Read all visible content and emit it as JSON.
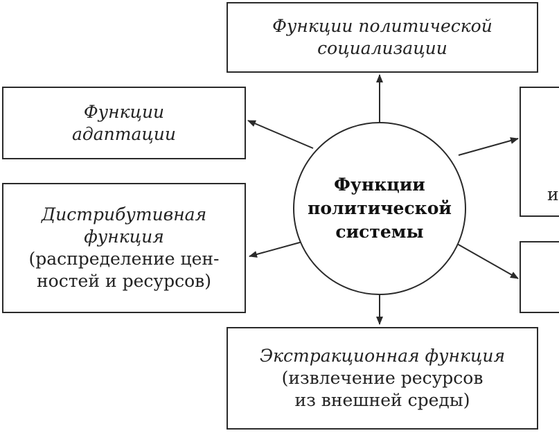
{
  "diagram": {
    "center": {
      "lines": [
        "Функции",
        "политической",
        "системы"
      ]
    },
    "top": {
      "lines": [
        "Функции политической",
        "социализации"
      ]
    },
    "adaptation": {
      "lines": [
        "Функции",
        "адаптации"
      ]
    },
    "distributive": {
      "title_lines": [
        "Дистрибутивная",
        "функция"
      ],
      "detail_lines": [
        "(распределение цен-",
        "ностей и ресурсов)"
      ]
    },
    "extraction": {
      "title_lines": [
        "Экстракционная функция"
      ],
      "detail_lines": [
        "(извлечение ресурсов",
        "из внешней среды)"
      ]
    },
    "right_upper": {
      "lines": [
        "и"
      ]
    }
  }
}
